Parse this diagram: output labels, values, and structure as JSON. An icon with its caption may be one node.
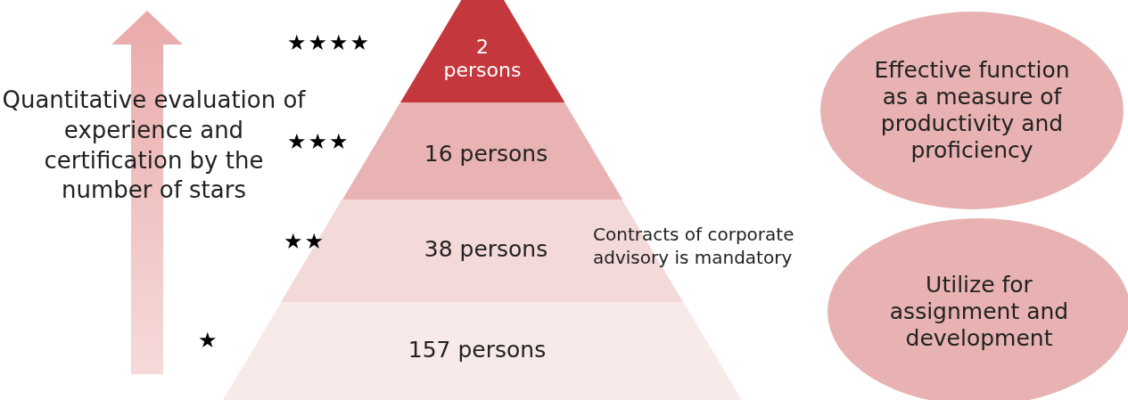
{
  "diagram": {
    "nodes": [
      {
        "text": [
          "2 persons"
        ],
        "beside": [
          "★★★★"
        ]
      },
      {
        "text": [
          "16 persons"
        ],
        "beside": [
          "★★★"
        ]
      },
      {
        "text": [
          "38 persons"
        ],
        "beside": [
          "★★"
        ]
      },
      {
        "text": [
          "157 persons"
        ],
        "beside": [
          "★"
        ]
      },
      {
        "text": [
          "Effective function as a measure of productivity and proficiency"
        ]
      },
      {
        "text": [
          "Utilize for assignment and development"
        ]
      }
    ],
    "labels": [
      "Quantitative evaluation of experience and certification by the number of stars",
      "Contracts of corporate advisory is mandatory"
    ]
  }
}
